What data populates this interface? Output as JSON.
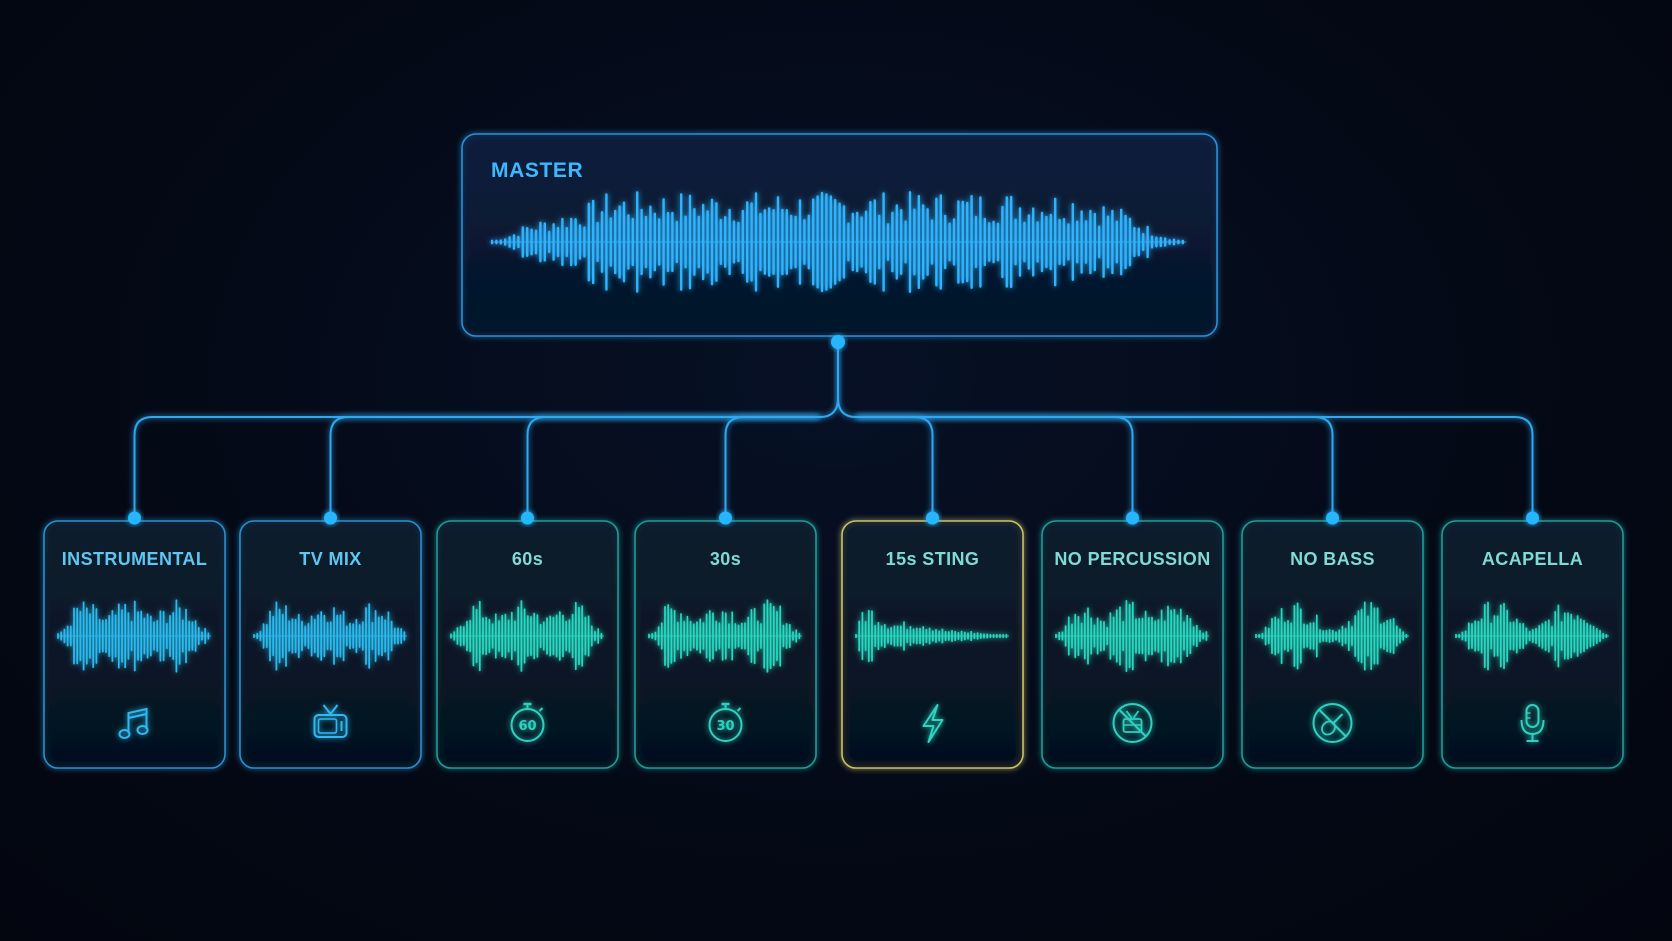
{
  "colors": {
    "background": "#040916",
    "master_wave": "#2fb4ff",
    "master_border": "#2a8fd8",
    "connector": "#2ea8f0",
    "node": "#27b6ff",
    "child_wave": "#27d9c0",
    "child_border": "#1f9c9a",
    "highlight_border": "#c9c46a",
    "label_text": "#7fd4ea"
  },
  "master": {
    "label": "MASTER"
  },
  "children": [
    {
      "label": "INSTRUMENTAL",
      "icon": "music-note-icon",
      "wave": "full"
    },
    {
      "label": "TV MIX",
      "icon": "tv-icon",
      "wave": "full"
    },
    {
      "label": "60s",
      "icon": "stopwatch-60-icon",
      "icon_text": "60",
      "wave": "full"
    },
    {
      "label": "30s",
      "icon": "stopwatch-30-icon",
      "icon_text": "30",
      "wave": "full"
    },
    {
      "label": "15s STING",
      "icon": "lightning-icon",
      "wave": "decay",
      "highlighted": true
    },
    {
      "label": "NO PERCUSSION",
      "icon": "no-drum-icon",
      "wave": "full"
    },
    {
      "label": "NO BASS",
      "icon": "no-guitar-icon",
      "wave": "gapped"
    },
    {
      "label": "ACAPELLA",
      "icon": "microphone-icon",
      "wave": "gapped"
    }
  ]
}
